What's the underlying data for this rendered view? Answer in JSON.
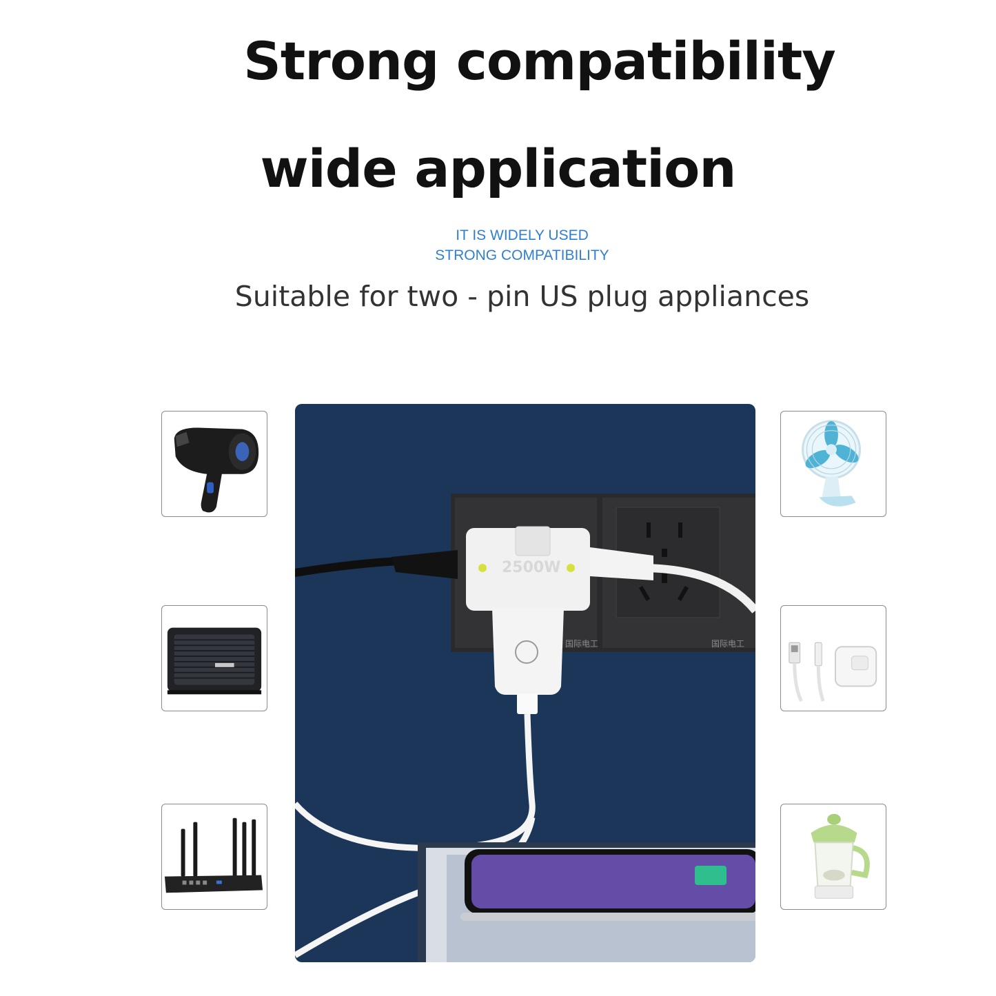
{
  "heading": {
    "line1": "Strong compatibility",
    "line2": "wide application"
  },
  "subheading": {
    "line1": "IT IS WIDELY USED",
    "line2": "STRONG COMPATIBILITY"
  },
  "caption": "Suitable for two - pin US plug appliances",
  "product": {
    "wattage_label": "2500W",
    "panel_brand_label": "国际电工"
  },
  "colors": {
    "heading": "#111111",
    "subheading_blue": "#2f7fd0",
    "caption": "#333333",
    "background_navy": "#1f3a5e"
  },
  "appliances_left": [
    "hair-dryer-icon",
    "speaker-icon",
    "wifi-router-icon"
  ],
  "appliances_right": [
    "desk-fan-icon",
    "usb-charger-icon",
    "blender-icon"
  ]
}
